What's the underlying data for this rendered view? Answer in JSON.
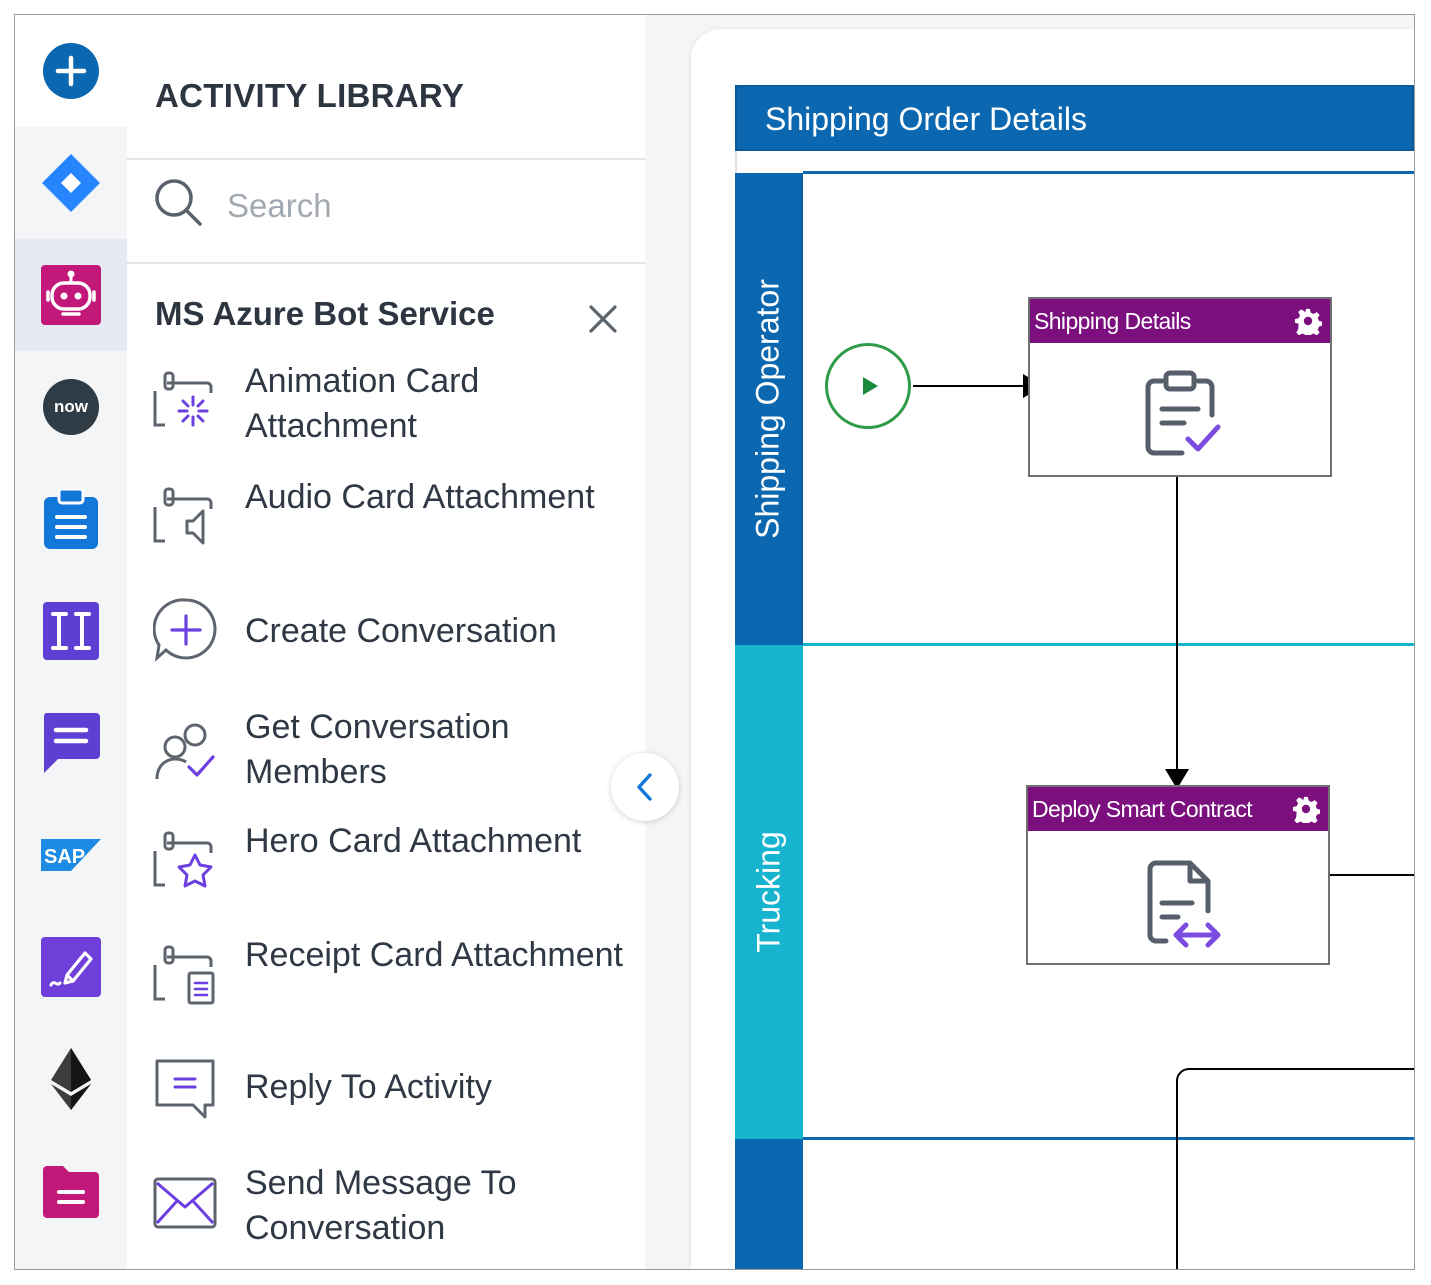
{
  "rail": {
    "items": [
      {
        "name": "add-icon",
        "color": "#0a67b0"
      },
      {
        "name": "jira-icon",
        "color": "#2684ff"
      },
      {
        "name": "azure-bot-icon",
        "color": "#c2187a",
        "active": true
      },
      {
        "name": "servicenow-icon",
        "color": "#2f3b45",
        "text": "now"
      },
      {
        "name": "clipboard-icon",
        "color": "#1177d9"
      },
      {
        "name": "text-cursor-icon",
        "color": "#5d3fd3"
      },
      {
        "name": "chat-icon",
        "color": "#5d3fd3"
      },
      {
        "name": "sap-icon",
        "color": "#1d8be3",
        "text": "SAP"
      },
      {
        "name": "signature-icon",
        "color": "#6e3fd9"
      },
      {
        "name": "ethereum-icon",
        "color": "#3c3c3d"
      },
      {
        "name": "document-icon",
        "color": "#c2187a"
      }
    ]
  },
  "library": {
    "title": "ACTIVITY LIBRARY",
    "search_placeholder": "Search",
    "group_title": "MS Azure Bot Service",
    "activities": [
      {
        "label": "Animation Card Attachment",
        "icon": "animation-card-icon"
      },
      {
        "label": "Audio Card Attachment",
        "icon": "audio-card-icon"
      },
      {
        "label": "Create Conversation",
        "icon": "create-conversation-icon"
      },
      {
        "label": "Get Conversation Members",
        "icon": "conversation-members-icon"
      },
      {
        "label": "Hero Card Attachment",
        "icon": "hero-card-icon"
      },
      {
        "label": "Receipt Card Attachment",
        "icon": "receipt-card-icon"
      },
      {
        "label": "Reply To Activity",
        "icon": "reply-activity-icon"
      },
      {
        "label": "Send Message To Conversation",
        "icon": "send-message-icon"
      }
    ]
  },
  "canvas": {
    "pool_title": "Shipping Order Details",
    "lanes": [
      {
        "label": "Shipping Operator",
        "color": "#0a67b0"
      },
      {
        "label": "Trucking",
        "color": "#17b4cf"
      },
      {
        "label": "",
        "color": "#0a67b0"
      }
    ],
    "tasks": [
      {
        "title": "Shipping Details",
        "icon": "clipboard-check-icon"
      },
      {
        "title": "Deploy Smart Contract",
        "icon": "contract-deploy-icon"
      }
    ],
    "header_color": "#7a0f7d"
  }
}
